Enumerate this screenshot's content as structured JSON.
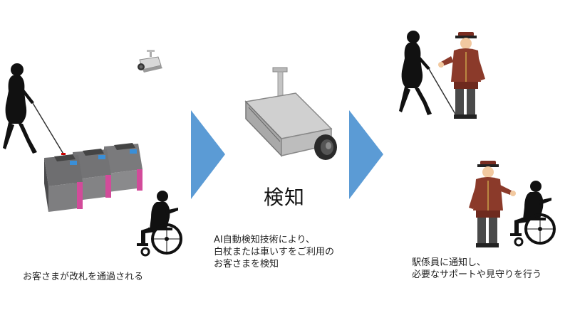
{
  "colors": {
    "arrow": "#5b9bd5",
    "silhouette": "#111111",
    "gate_body": "#6e6e70",
    "gate_accent": "#d24b9a",
    "camera_body": "#c8c8c8",
    "staff_coat": "#8b3a2a"
  },
  "left": {
    "caption": "お客さまが改札を通過される",
    "icons": [
      "person-with-cane-icon",
      "ticket-gates-icon",
      "wheelchair-user-icon",
      "small-camera-icon"
    ]
  },
  "middle": {
    "headline": "検知",
    "caption": "AI自動検知技術により、\n白杖または車いすをご利用の\nお客さまを検知",
    "icons": [
      "security-camera-icon"
    ]
  },
  "right": {
    "caption": "駅係員に通知し、\n必要なサポートや見守りを行う",
    "icons": [
      "person-with-cane-icon",
      "station-staff-icon",
      "station-staff-icon",
      "wheelchair-user-icon"
    ]
  }
}
